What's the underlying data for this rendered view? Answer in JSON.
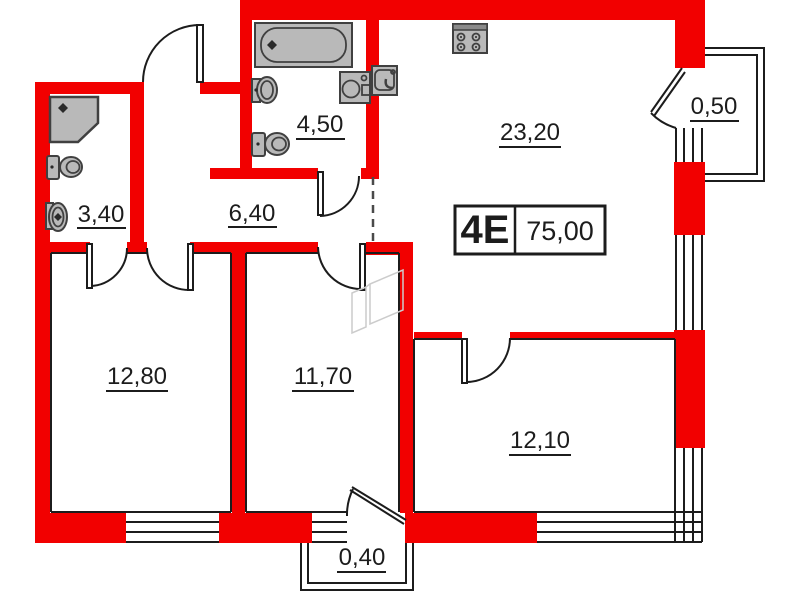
{
  "unit": {
    "label": "4E",
    "total_area": "75,00"
  },
  "rooms": [
    {
      "name": "shower-room",
      "area": "3,40"
    },
    {
      "name": "hallway",
      "area": "6,40"
    },
    {
      "name": "bathroom",
      "area": "4,50"
    },
    {
      "name": "kitchen-living-room",
      "area": "23,20"
    },
    {
      "name": "balcony-right",
      "area": "0,50"
    },
    {
      "name": "bedroom-left",
      "area": "12,80"
    },
    {
      "name": "bedroom-middle",
      "area": "11,70"
    },
    {
      "name": "bedroom-right",
      "area": "12,10"
    },
    {
      "name": "balcony-bottom",
      "area": "0,40"
    }
  ],
  "colors": {
    "wall": "#f20000",
    "line": "#1c1c1c",
    "fixture_fill": "#b9b9b9",
    "fixture_stroke": "#404040",
    "watermark": "#cccccc",
    "background": "#ffffff"
  }
}
